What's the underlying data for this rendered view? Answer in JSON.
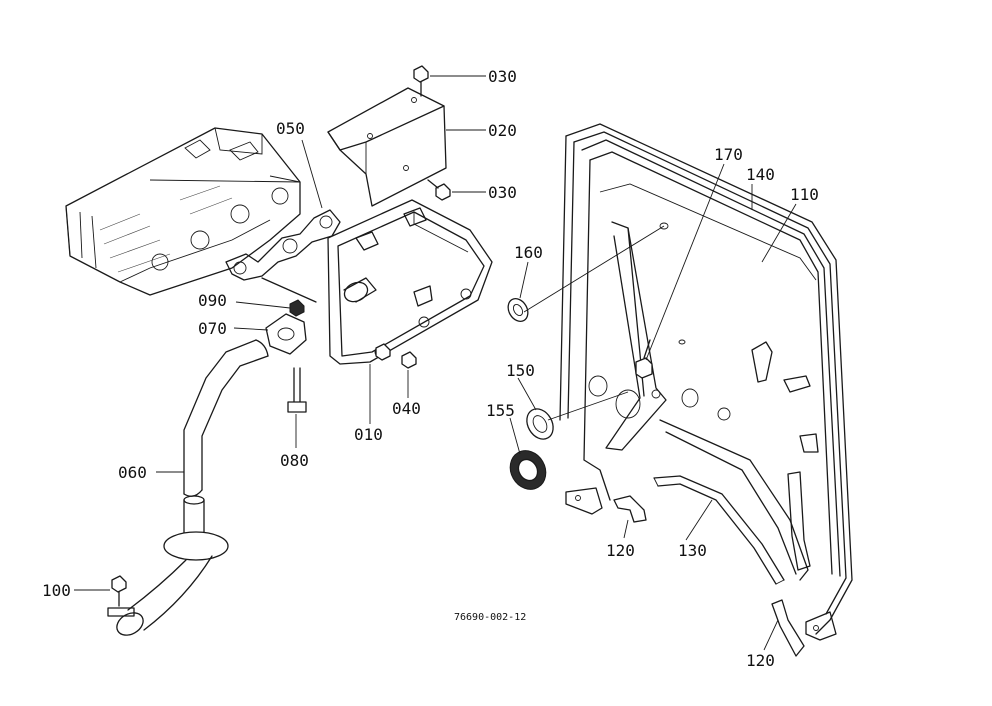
{
  "figure": {
    "drawing_number": "76690-002-12"
  },
  "callouts": [
    {
      "id": "030-top",
      "text": "030"
    },
    {
      "id": "020",
      "text": "020"
    },
    {
      "id": "050",
      "text": "050"
    },
    {
      "id": "030-mid",
      "text": "030"
    },
    {
      "id": "170",
      "text": "170"
    },
    {
      "id": "140",
      "text": "140"
    },
    {
      "id": "110",
      "text": "110"
    },
    {
      "id": "160",
      "text": "160"
    },
    {
      "id": "090",
      "text": "090"
    },
    {
      "id": "070",
      "text": "070"
    },
    {
      "id": "150",
      "text": "150"
    },
    {
      "id": "155",
      "text": "155"
    },
    {
      "id": "040",
      "text": "040"
    },
    {
      "id": "010",
      "text": "010"
    },
    {
      "id": "080",
      "text": "080"
    },
    {
      "id": "060",
      "text": "060"
    },
    {
      "id": "120-left",
      "text": "120"
    },
    {
      "id": "130",
      "text": "130"
    },
    {
      "id": "100",
      "text": "100"
    },
    {
      "id": "120-bottom",
      "text": "120"
    }
  ]
}
